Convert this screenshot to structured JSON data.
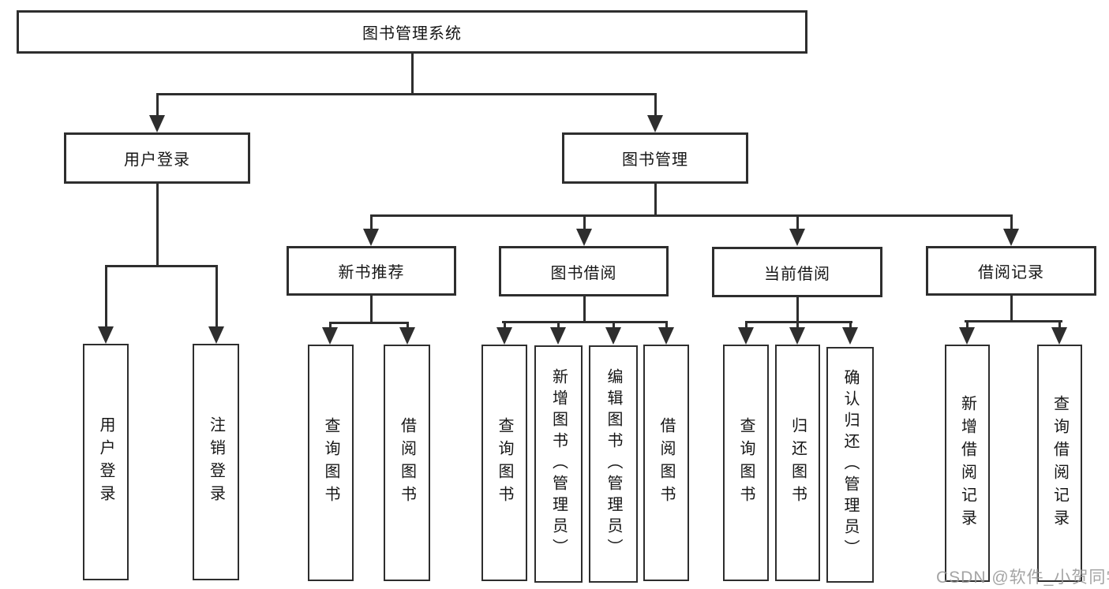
{
  "diagram": {
    "root": {
      "label": "图书管理系统"
    },
    "branches": [
      {
        "label": "用户登录",
        "children": [
          {
            "label": "用户登录"
          },
          {
            "label": "注销登录"
          }
        ]
      },
      {
        "label": "图书管理",
        "children": [
          {
            "label": "新书推荐",
            "children": [
              {
                "label": "查询图书"
              },
              {
                "label": "借阅图书"
              }
            ]
          },
          {
            "label": "图书借阅",
            "children": [
              {
                "label": "查询图书"
              },
              {
                "label": "新增图书（管理员）"
              },
              {
                "label": "编辑图书（管理员）"
              },
              {
                "label": "借阅图书"
              }
            ]
          },
          {
            "label": "当前借阅",
            "children": [
              {
                "label": "查询图书"
              },
              {
                "label": "归还图书"
              },
              {
                "label": "确认归还（管理员）"
              }
            ]
          },
          {
            "label": "借阅记录",
            "children": [
              {
                "label": "新增借阅记录"
              },
              {
                "label": "查询借阅记录"
              }
            ]
          }
        ]
      }
    ],
    "watermark": "CSDN @软件_小贺同学",
    "colors": {
      "line": "#2e2e2e",
      "text": "#161616",
      "background": "#ffffff",
      "watermark": "#949494"
    }
  }
}
